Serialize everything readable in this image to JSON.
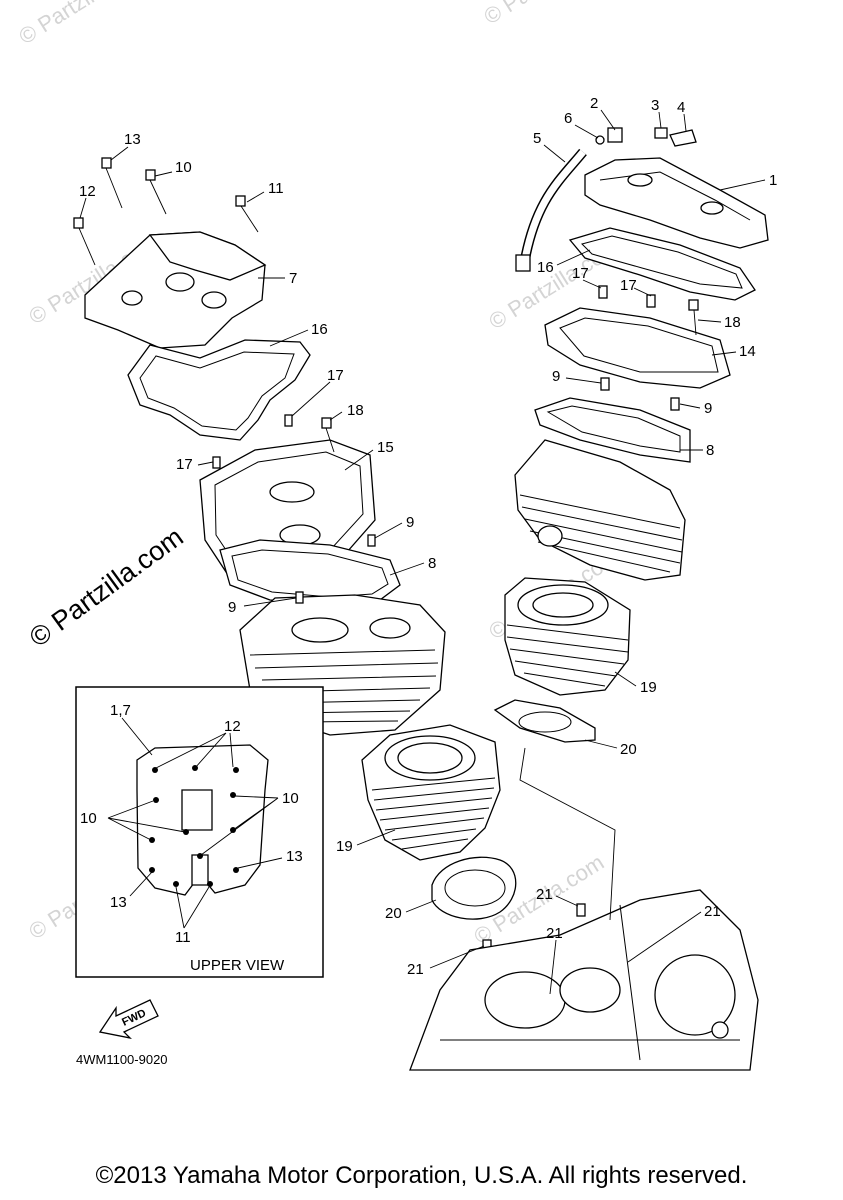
{
  "diagram_code": "4WM1100-9020",
  "inset_title": "UPPER VIEW",
  "fwd_label": "FWD",
  "watermark": "© Partzilla.com",
  "copyright": "©2013 Yamaha Motor Corporation, U.S.A. All rights reserved.",
  "callouts": [
    "1",
    "2",
    "3",
    "4",
    "5",
    "6",
    "7",
    "8",
    "9",
    "10",
    "11",
    "12",
    "13",
    "14",
    "15",
    "16",
    "17",
    "18",
    "19",
    "20",
    "21",
    "1,7"
  ]
}
